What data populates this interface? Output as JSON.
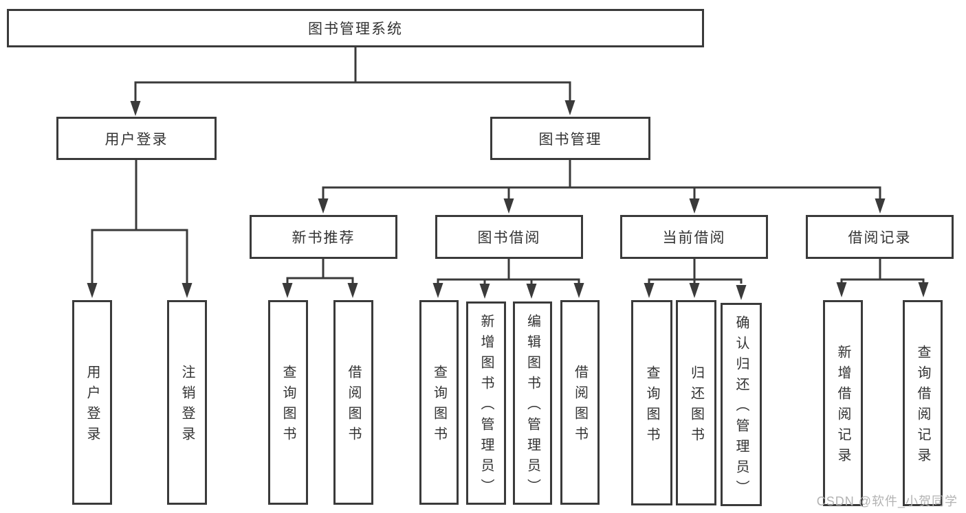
{
  "diagram": {
    "root": {
      "label": "图书管理系统"
    },
    "children": [
      {
        "label": "用户登录",
        "children": [
          {
            "label": "用户登录"
          },
          {
            "label": "注销登录"
          }
        ]
      },
      {
        "label": "图书管理",
        "children": [
          {
            "label": "新书推荐",
            "children": [
              {
                "label": "查询图书"
              },
              {
                "label": "借阅图书"
              }
            ]
          },
          {
            "label": "图书借阅",
            "children": [
              {
                "label": "查询图书"
              },
              {
                "label": "新增图书（管理员）"
              },
              {
                "label": "编辑图书（管理员）"
              },
              {
                "label": "借阅图书"
              }
            ]
          },
          {
            "label": "当前借阅",
            "children": [
              {
                "label": "查询图书"
              },
              {
                "label": "归还图书"
              },
              {
                "label": "确认归还（管理员）"
              }
            ]
          },
          {
            "label": "借阅记录",
            "children": [
              {
                "label": "新增借阅记录"
              },
              {
                "label": "查询借阅记录"
              }
            ]
          }
        ]
      }
    ]
  },
  "watermark": {
    "text": "CSDN @软件_小贺同学"
  },
  "colors": {
    "line": "#3a3a3a",
    "border": "#3a3a3a",
    "text": "#333333",
    "watermark_text": "#b3b3b3",
    "background": "#ffffff"
  }
}
